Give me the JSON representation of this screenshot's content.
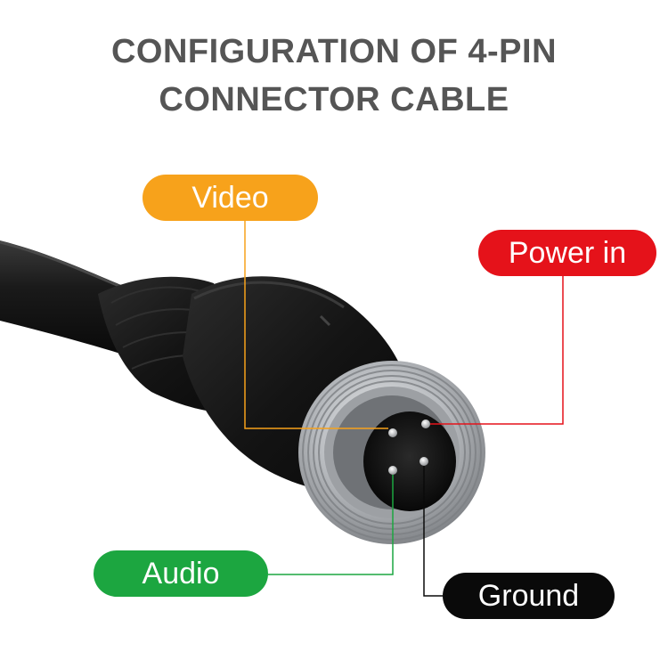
{
  "title": {
    "line1": "CONFIGURATION OF 4-PIN",
    "line2": "CONNECTOR CABLE"
  },
  "pins": [
    {
      "id": "video",
      "label": "Video",
      "color": "#f7a21b"
    },
    {
      "id": "power",
      "label": "Power in",
      "color": "#e5121a"
    },
    {
      "id": "audio",
      "label": "Audio",
      "color": "#1ca640"
    },
    {
      "id": "ground",
      "label": "Ground",
      "color": "#0a0a0a"
    }
  ],
  "colors": {
    "title_text": "#555555",
    "cable": "#111111",
    "connector_metal": "#b9bcc0"
  }
}
